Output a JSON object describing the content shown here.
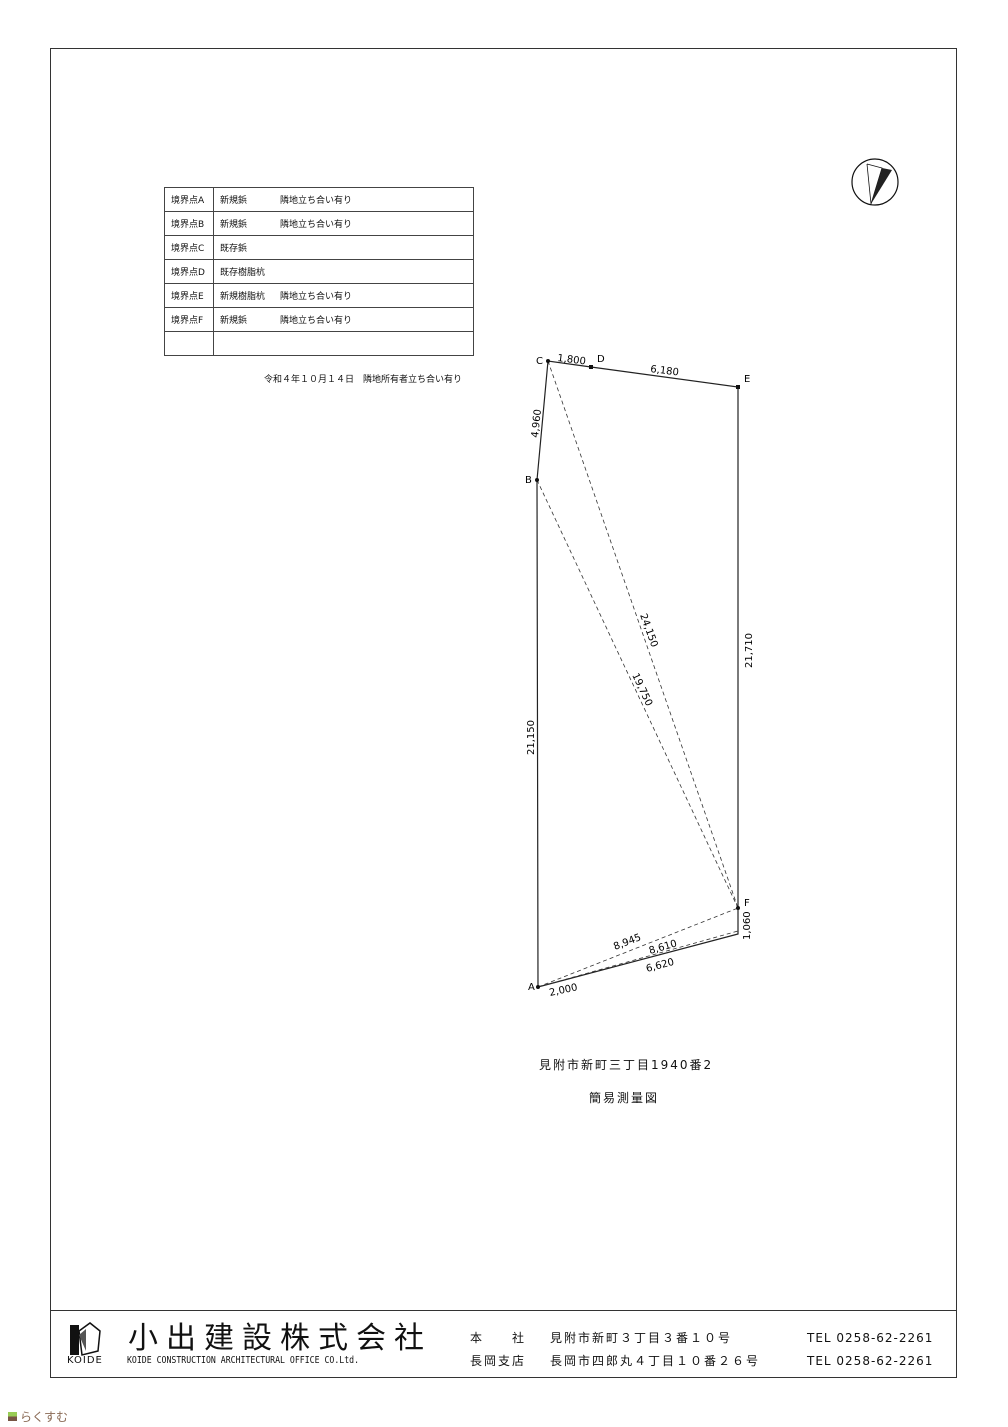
{
  "boundary_table": [
    {
      "point": "境界点A",
      "type": "新規鋲",
      "note": "隣地立ち合い有り"
    },
    {
      "point": "境界点B",
      "type": "新規鋲",
      "note": "隣地立ち合い有り"
    },
    {
      "point": "境界点C",
      "type": "既存鋲",
      "note": ""
    },
    {
      "point": "境界点D",
      "type": "既存樹脂杭",
      "note": ""
    },
    {
      "point": "境界点E",
      "type": "新規樹脂杭",
      "note": "隣地立ち合い有り"
    },
    {
      "point": "境界点F",
      "type": "新規鋲",
      "note": "隣地立ち合い有り"
    },
    {
      "point": "",
      "type": "",
      "note": ""
    }
  ],
  "date_note": "令和４年１０月１４日　隣地所有者立ち合い有り",
  "points": {
    "A": "A",
    "B": "B",
    "C": "C",
    "D": "D",
    "E": "E",
    "F": "F"
  },
  "dimensions": {
    "cd": "1,800",
    "de": "6,180",
    "bc": "4,960",
    "ab": "21,150",
    "ef": "21,710",
    "cf": "24,150",
    "bf": "19,750",
    "af": "8,945",
    "a2f": "8,610",
    "bottom": "6,620",
    "a_short": "2,000",
    "f_corner": "1,060"
  },
  "title_address": "見附市新町三丁目1940番2",
  "title_doc": "簡易測量図",
  "footer": {
    "company_jp": "小出建設株式会社",
    "company_en": "KOIDE CONSTRUCTION ARCHITECTURAL OFFICE CO.Ltd.",
    "logo_text": "KOIDE",
    "offices": [
      {
        "name": "本　　社",
        "address": "見附市新町３丁目３番１０号",
        "tel": "TEL 0258-62-2261"
      },
      {
        "name": "長岡支店",
        "address": "長岡市四郎丸４丁目１０番２６号",
        "tel": "TEL 0258-62-2261"
      }
    ]
  },
  "watermark": "らくすむ"
}
